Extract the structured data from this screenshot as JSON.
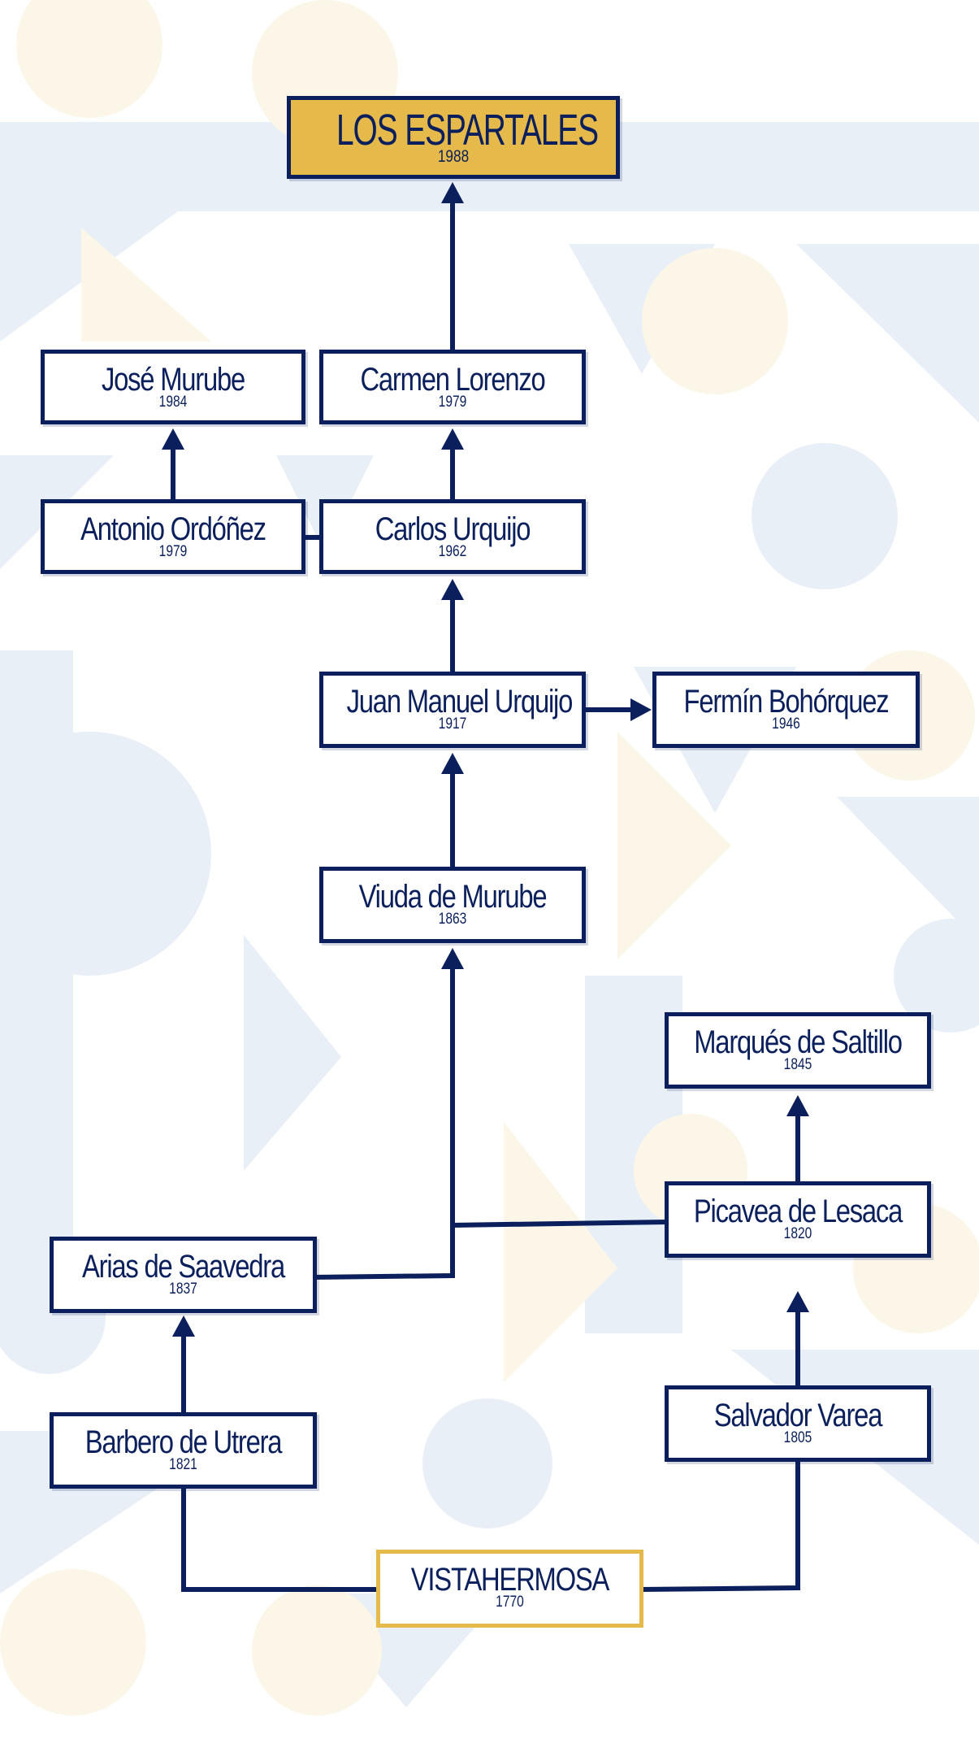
{
  "colors": {
    "navy": "#0a1f5c",
    "gold": "#e5b94a",
    "bg_blue": "#e8eff7",
    "bg_cream": "#fbf6e8"
  },
  "nodes": {
    "los_espartales": {
      "name": "LOS ESPARTALES",
      "year": "1988"
    },
    "jose_murube": {
      "name": "José Murube",
      "year": "1984"
    },
    "carmen_lorenzo": {
      "name": "Carmen Lorenzo",
      "year": "1979"
    },
    "antonio_ordonez": {
      "name": "Antonio Ordóñez",
      "year": "1979"
    },
    "carlos_urquijo": {
      "name": "Carlos Urquijo",
      "year": "1962"
    },
    "juan_manuel_urquijo": {
      "name": "Juan Manuel Urquijo",
      "year": "1917"
    },
    "fermin_bohorquez": {
      "name": "Fermín Bohórquez",
      "year": "1946"
    },
    "viuda_de_murube": {
      "name": "Viuda de Murube",
      "year": "1863"
    },
    "marques_de_saltillo": {
      "name": "Marqués de Saltillo",
      "year": "1845"
    },
    "picavea_de_lesaca": {
      "name": "Picavea de Lesaca",
      "year": "1820"
    },
    "arias_de_saavedra": {
      "name": "Arias de Saavedra",
      "year": "1837"
    },
    "barbero_de_utrera": {
      "name": "Barbero de Utrera",
      "year": "1821"
    },
    "salvador_varea": {
      "name": "Salvador Varea",
      "year": "1805"
    },
    "vistahermosa": {
      "name": "VISTAHERMOSA",
      "year": "1770"
    }
  }
}
